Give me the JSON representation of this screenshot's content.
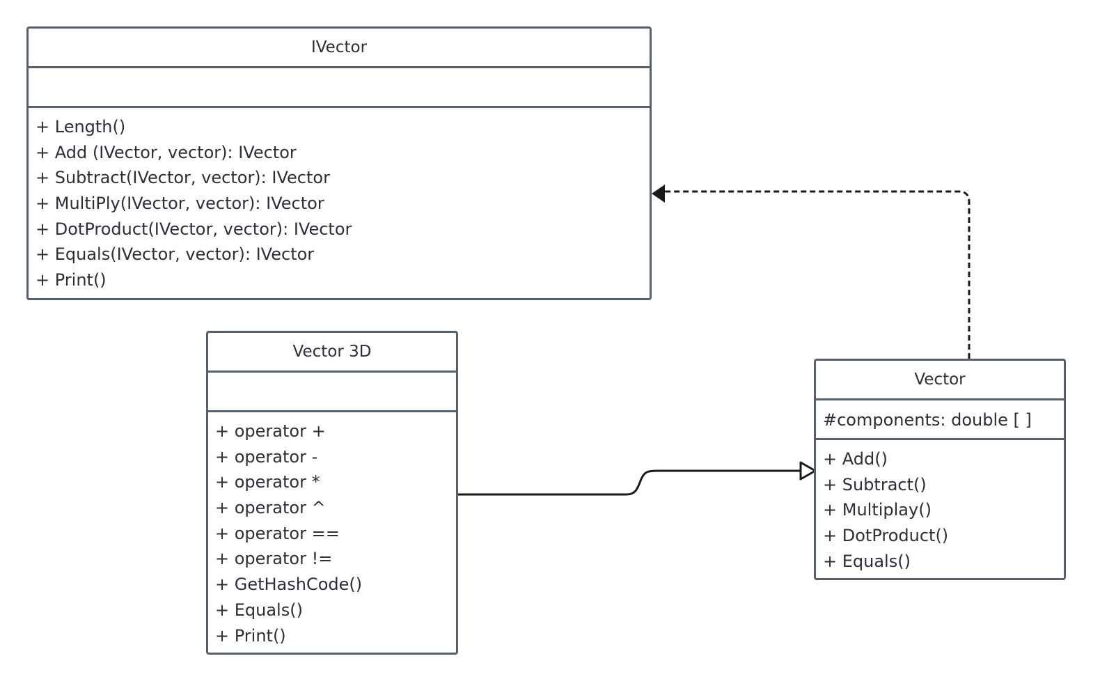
{
  "classes": {
    "ivector": {
      "name": "IVector",
      "attributes": [],
      "methods": [
        "+ Length()",
        "+ Add (IVector, vector): IVector",
        "+ Subtract(IVector, vector): IVector",
        "+ MultiPly(IVector, vector): IVector",
        "+ DotProduct(IVector, vector): IVector",
        "+ Equals(IVector, vector): IVector",
        "+ Print()"
      ]
    },
    "vector3d": {
      "name": "Vector 3D",
      "attributes": [],
      "methods": [
        "+ operator +",
        "+ operator -",
        "+ operator *",
        "+ operator ^",
        "+ operator ==",
        "+ operator !=",
        "+ GetHashCode()",
        "+ Equals()",
        "+ Print()"
      ]
    },
    "vector": {
      "name": "Vector",
      "attributes": [
        "#components: double [ ]"
      ],
      "methods": [
        "+ Add()",
        "+ Subtract()",
        "+ Multiplay()",
        "+ DotProduct()",
        "+ Equals()"
      ]
    }
  },
  "relationships": [
    {
      "from": "vector",
      "to": "ivector",
      "kind": "realization",
      "line": "dashed",
      "arrowhead": "filled-triangle"
    },
    {
      "from": "vector3d",
      "to": "vector",
      "kind": "generalization",
      "line": "solid",
      "arrowhead": "hollow-triangle"
    }
  ],
  "colors": {
    "border": "#56606d",
    "text": "#2b2f36",
    "connector": "#1a1a1a"
  }
}
